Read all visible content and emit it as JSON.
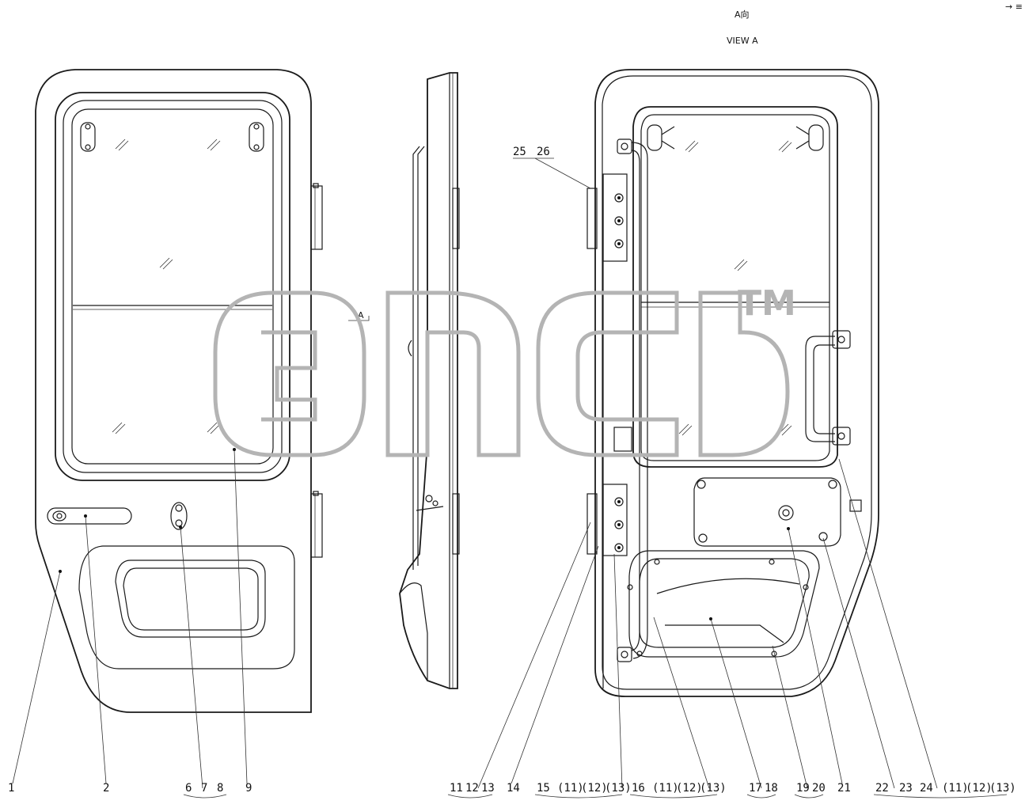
{
  "view": {
    "title_cn": "A向",
    "title_en": "VIEW A",
    "section_marker": "A",
    "corner_mark": "→ ≡"
  },
  "watermark": {
    "trademark": "TM"
  },
  "callouts": [
    "1",
    "2",
    "6",
    "7",
    "8",
    "9",
    "11",
    "12",
    "13",
    "14",
    "15",
    "(11)",
    "(12)",
    "(13)",
    "16",
    "(11)",
    "(12)",
    "(13)",
    "17",
    "18",
    "19",
    "20",
    "21",
    "22",
    "23",
    "24",
    "(11)",
    "(12)",
    "(13)"
  ],
  "hinge_callout": {
    "a": "25",
    "b": "26"
  }
}
